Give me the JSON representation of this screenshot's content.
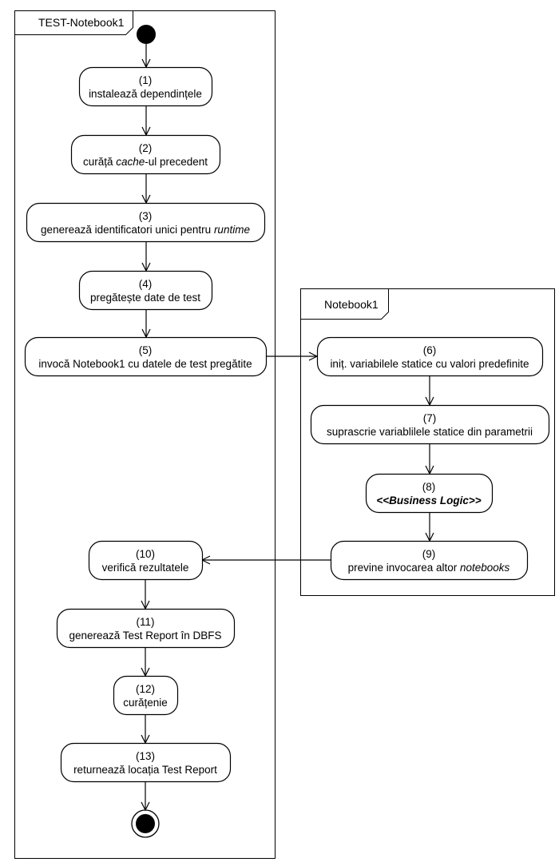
{
  "frames": [
    {
      "id": "test",
      "title": "TEST-Notebook1"
    },
    {
      "id": "nb",
      "title": "Notebook1"
    }
  ],
  "nodes": [
    {
      "id": "n1",
      "number": "(1)",
      "label": [
        {
          "t": "instalează dependințele"
        }
      ]
    },
    {
      "id": "n2",
      "number": "(2)",
      "label": [
        {
          "t": "curăță "
        },
        {
          "t": "cache",
          "s": "it"
        },
        {
          "t": "-ul precedent"
        }
      ]
    },
    {
      "id": "n3",
      "number": "(3)",
      "label": [
        {
          "t": "generează identificatori unici pentru "
        },
        {
          "t": "runtime",
          "s": "it"
        }
      ]
    },
    {
      "id": "n4",
      "number": "(4)",
      "label": [
        {
          "t": "pregătește date de test"
        }
      ]
    },
    {
      "id": "n5",
      "number": "(5)",
      "label": [
        {
          "t": "invocă Notebook1 cu datele de test pregătite"
        }
      ]
    },
    {
      "id": "n6",
      "number": "(6)",
      "label": [
        {
          "t": "iniț. variabilele statice cu valori predefinite"
        }
      ]
    },
    {
      "id": "n7",
      "number": "(7)",
      "label": [
        {
          "t": "suprascrie variablilele statice din parametrii"
        }
      ]
    },
    {
      "id": "n8",
      "number": "(8)",
      "label": [
        {
          "t": "<<Business Logic>>",
          "s": "bi"
        }
      ]
    },
    {
      "id": "n9",
      "number": "(9)",
      "label": [
        {
          "t": "previne invocarea altor "
        },
        {
          "t": "notebooks",
          "s": "it"
        }
      ]
    },
    {
      "id": "n10",
      "number": "(10)",
      "label": [
        {
          "t": "verifică rezultatele"
        }
      ]
    },
    {
      "id": "n11",
      "number": "(11)",
      "label": [
        {
          "t": "generează Test Report în DBFS"
        }
      ]
    },
    {
      "id": "n12",
      "number": "(12)",
      "label": [
        {
          "t": "curățenie"
        }
      ]
    },
    {
      "id": "n13",
      "number": "(13)",
      "label": [
        {
          "t": "returnează locația Test Report"
        }
      ]
    }
  ],
  "edges": [
    [
      "start",
      "n1"
    ],
    [
      "n1",
      "n2"
    ],
    [
      "n2",
      "n3"
    ],
    [
      "n3",
      "n4"
    ],
    [
      "n4",
      "n5"
    ],
    [
      "n5",
      "n6"
    ],
    [
      "n6",
      "n7"
    ],
    [
      "n7",
      "n8"
    ],
    [
      "n8",
      "n9"
    ],
    [
      "n9",
      "n10"
    ],
    [
      "n10",
      "n11"
    ],
    [
      "n11",
      "n12"
    ],
    [
      "n12",
      "n13"
    ],
    [
      "n13",
      "end"
    ]
  ]
}
